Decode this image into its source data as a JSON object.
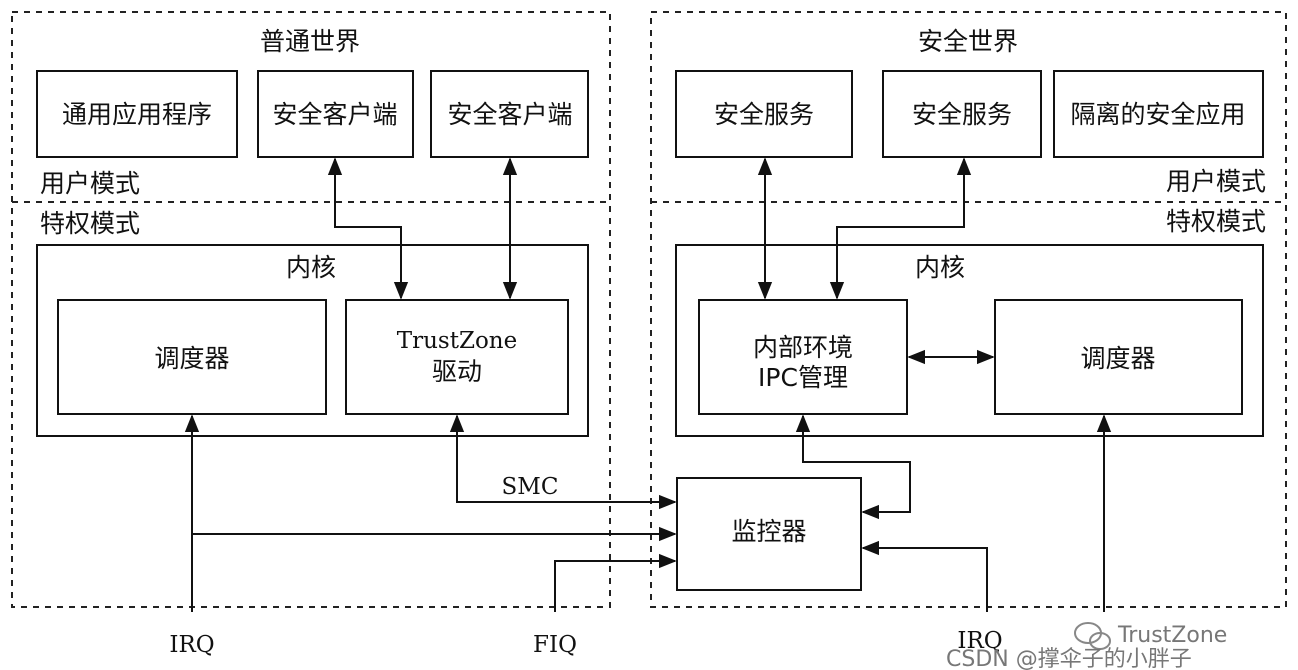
{
  "normal_world": {
    "title": "普通世界",
    "apps": [
      "通用应用程序",
      "安全客户端",
      "安全客户端"
    ],
    "user_mode": "用户模式",
    "privileged_mode": "特权模式",
    "kernel": "内核",
    "scheduler": "调度器",
    "tz_driver_line1": "TrustZone",
    "tz_driver_line2": "驱动"
  },
  "secure_world": {
    "title": "安全世界",
    "apps": [
      "安全服务",
      "安全服务",
      "隔离的安全应用"
    ],
    "user_mode": "用户模式",
    "privileged_mode": "特权模式",
    "kernel": "内核",
    "ipc_line1": "内部环境",
    "ipc_line2": "IPC管理",
    "scheduler": "调度器"
  },
  "monitor": "监控器",
  "signals": {
    "smc": "SMC",
    "irq_left": "IRQ",
    "fiq": "FIQ",
    "irq_right": "IRQ"
  },
  "watermark": {
    "brand": "TrustZone",
    "credit": "CSDN @撑伞子的小胖子"
  }
}
